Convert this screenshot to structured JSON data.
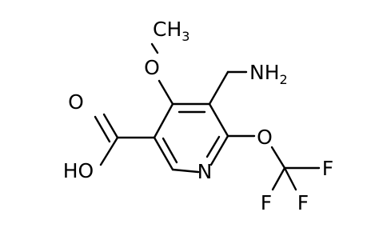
{
  "molecule": {
    "labels": {
      "methyl": "CH",
      "methyl_sub": "3",
      "methoxy_o": "O",
      "amine": "NH",
      "amine_sub": "2",
      "carbonyl_o": "O",
      "hydroxyl": "HO",
      "ring_n": "N",
      "ether_o": "O",
      "fluorine_right": "F",
      "fluorine_bottom_left": "F",
      "fluorine_bottom_right": "F"
    }
  }
}
